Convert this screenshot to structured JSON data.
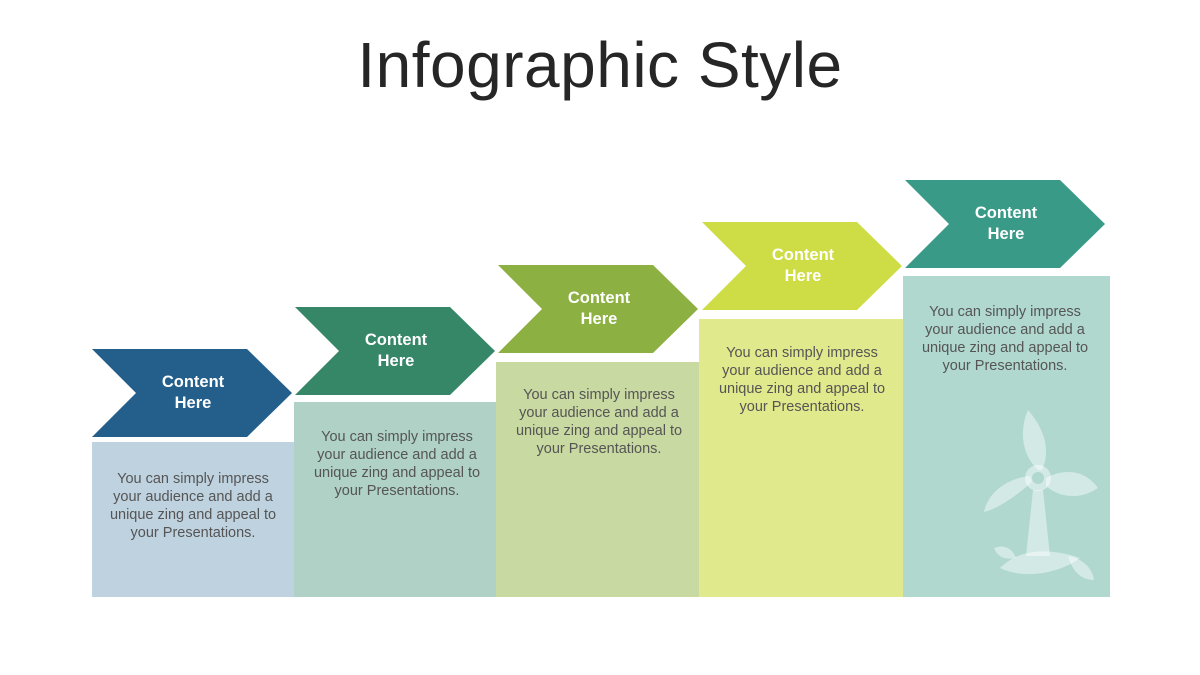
{
  "title": "Infographic Style",
  "steps": [
    {
      "label": "Content Here",
      "text": "You can simply impress your audience and add a unique zing and appeal to your Presentations.",
      "arrow_color": "#245f8c",
      "box_color": "#bfd2df"
    },
    {
      "label": "Content Here",
      "text": "You can simply impress your audience and add a unique zing and appeal to your Presentations.",
      "arrow_color": "#358767",
      "box_color": "#afd1c6"
    },
    {
      "label": "Content Here",
      "text": "You can simply impress your audience and add a unique zing and appeal to your Presentations.",
      "arrow_color": "#8db043",
      "box_color": "#c8d9a1"
    },
    {
      "label": "Content Here",
      "text": "You can simply impress your audience and add a unique zing and appeal to your Presentations.",
      "arrow_color": "#cedd45",
      "box_color": "#e1e98d"
    },
    {
      "label": "Content Here",
      "text": "You can simply impress your audience and add a unique zing and appeal to your Presentations.",
      "arrow_color": "#389a87",
      "box_color": "#b0d8cf"
    }
  ],
  "decoration_icon": "wind-turbine-leaf-icon"
}
